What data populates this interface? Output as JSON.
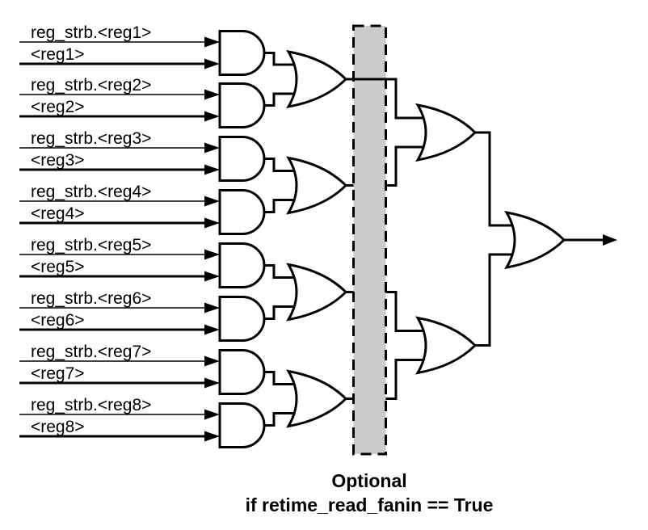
{
  "diagram": {
    "type": "logic-circuit",
    "description_name": "register strobe AND-OR fanin tree",
    "colors": {
      "wire": "#000000",
      "gate_fill": "#ffffff",
      "optional_region_fill": "#cccccc",
      "background": "#ffffff"
    },
    "inputs": [
      {
        "strobe": "reg_strb.<reg1>",
        "value": "<reg1>"
      },
      {
        "strobe": "reg_strb.<reg2>",
        "value": "<reg2>"
      },
      {
        "strobe": "reg_strb.<reg3>",
        "value": "<reg3>"
      },
      {
        "strobe": "reg_strb.<reg4>",
        "value": "<reg4>"
      },
      {
        "strobe": "reg_strb.<reg5>",
        "value": "<reg5>"
      },
      {
        "strobe": "reg_strb.<reg6>",
        "value": "<reg6>"
      },
      {
        "strobe": "reg_strb.<reg7>",
        "value": "<reg7>"
      },
      {
        "strobe": "reg_strb.<reg8>",
        "value": "<reg8>"
      }
    ],
    "optional_region": {
      "caption_line1": "Optional",
      "caption_line2": "if retime_read_fanin == True"
    }
  }
}
